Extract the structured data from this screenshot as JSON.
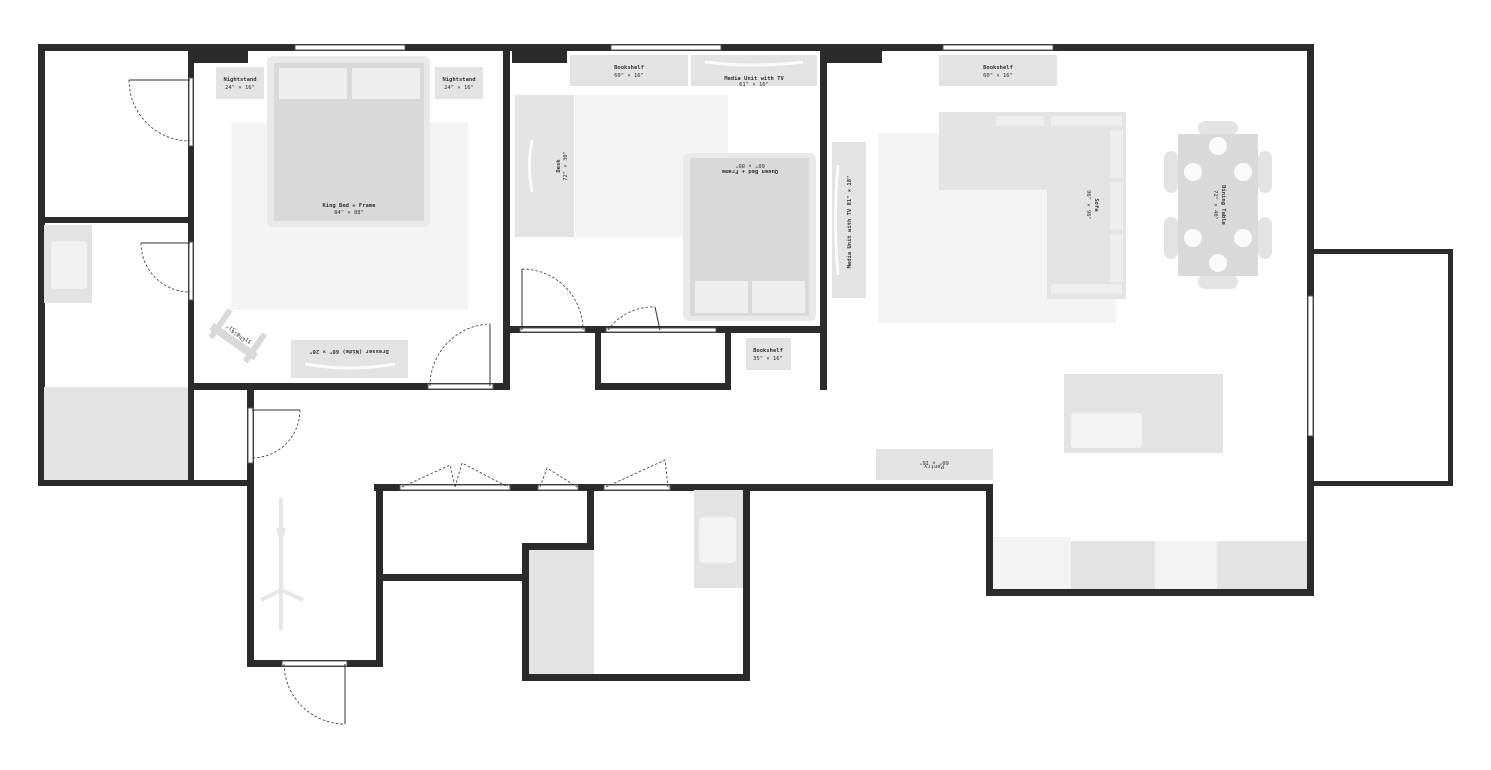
{
  "plan": {
    "nightstand_left": {
      "name": "Nightstand",
      "size": "24\" × 16\""
    },
    "nightstand_right": {
      "name": "Nightstand",
      "size": "24\" × 16\""
    },
    "king_bed": {
      "name": "King Bed + Frame",
      "size": "84\" × 88\""
    },
    "dresser": {
      "text": "Dresser (Wide) 60\" × 20\""
    },
    "chair": {
      "name": "Chair",
      "size": "31\" × 31\""
    },
    "bookshelf_1": {
      "name": "Bookshelf",
      "size": "60\" × 16\""
    },
    "media_unit_1": {
      "name": "Media Unit with TV",
      "size": "61\" × 16\""
    },
    "desk": {
      "name": "Desk",
      "size": "72\" × 30\""
    },
    "queen_bed": {
      "name": "Queen Bed + Frame",
      "size": "60\" × 80\""
    },
    "bookshelf_2": {
      "name": "Bookshelf",
      "size": "35\" × 16\""
    },
    "media_unit_2": {
      "name": "Media Unit with TV",
      "size": "81\" × 18\""
    },
    "bookshelf_3": {
      "name": "Bookshelf",
      "size": "60\" × 16\""
    },
    "sofa": {
      "name": "Sofa",
      "size": "96\" × 96\""
    },
    "dining_table": {
      "name": "Dining Table",
      "size": "72\" × 40\""
    },
    "pantry": {
      "name": "Pantry",
      "size": "60\" × 16\""
    }
  },
  "colors": {
    "wall": "#2b2b2b",
    "furniture": "#e3e3e3",
    "rug": "#f4f4f4",
    "background": "#ffffff"
  }
}
